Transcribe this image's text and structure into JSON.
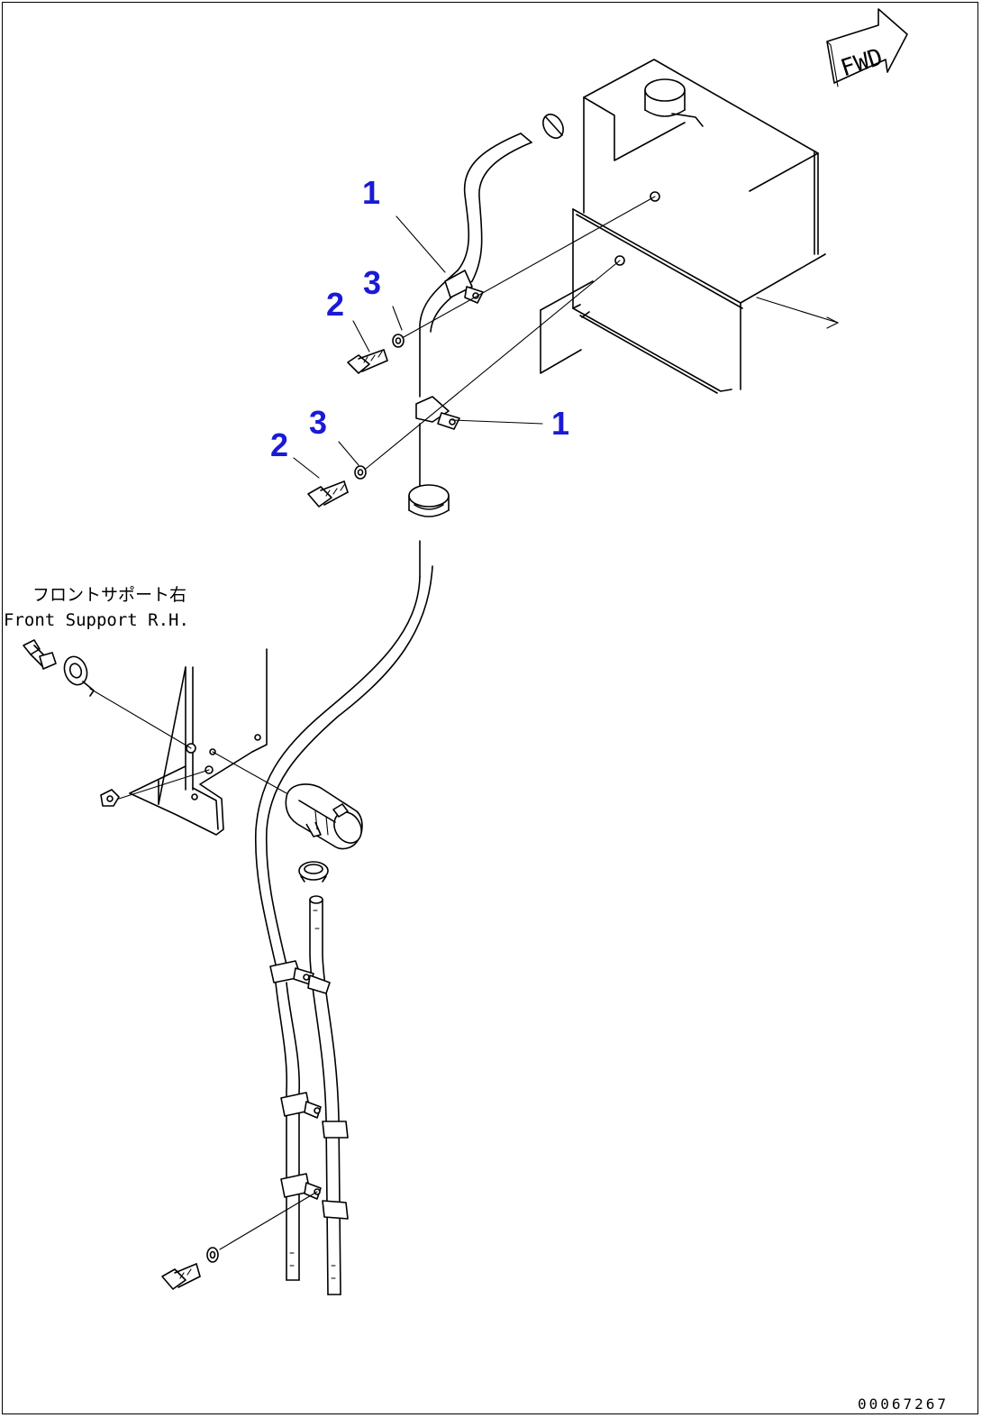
{
  "diagram": {
    "direction_label": "FWD",
    "location_label_jp": "フロントサポート右",
    "location_label_en": "Front Support R.H.",
    "callouts": [
      {
        "id": "c1a",
        "number": "1"
      },
      {
        "id": "c3a",
        "number": "3"
      },
      {
        "id": "c2a",
        "number": "2"
      },
      {
        "id": "c1b",
        "number": "1"
      },
      {
        "id": "c3b",
        "number": "3"
      },
      {
        "id": "c2b",
        "number": "2"
      }
    ],
    "drawing_number": "00067267"
  }
}
